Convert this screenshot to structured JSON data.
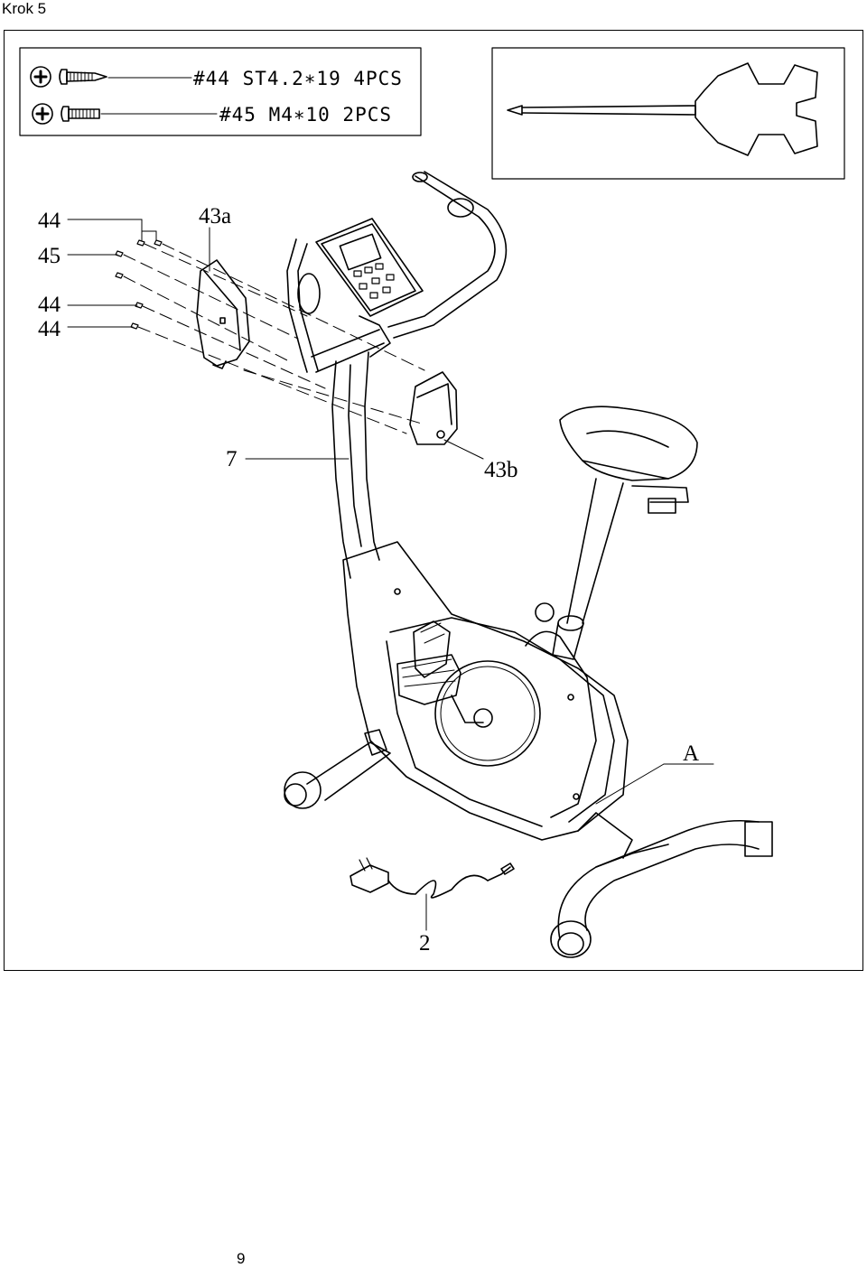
{
  "header": {
    "step_title": "Krok 5"
  },
  "hardware": [
    {
      "code": "#44",
      "spec": "ST4.2*19",
      "qty": "4PCS",
      "text": "#44  ST4.2∗19  4PCS"
    },
    {
      "code": "#45",
      "spec": "M4*10",
      "qty": "2PCS",
      "text": "#45  M4∗10  2PCS"
    }
  ],
  "tool_icon": "screwdriver-wrench-icon",
  "callouts": {
    "c44_top": "44",
    "c45": "45",
    "c44_mid": "44",
    "c44_bottom": "44",
    "c43a": "43a",
    "c43b": "43b",
    "c7": "7",
    "cA": "A",
    "c2": "2"
  },
  "footer": {
    "page_number": "9"
  }
}
